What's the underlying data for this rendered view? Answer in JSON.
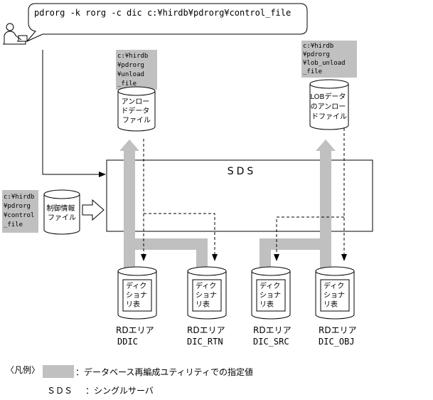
{
  "command": "pdrorg -k rorg -c dic c:¥hirdb¥pdrorg¥control_file",
  "sds_label": "SDS",
  "control_file": {
    "path_lines": [
      "c:¥hirdb",
      "¥pdrorg",
      "¥control",
      "_file"
    ],
    "label_lines": [
      "制御情報",
      "ファイル"
    ]
  },
  "unload_file": {
    "path_lines": [
      "c:¥hirdb",
      "¥pdrorg",
      "¥unload",
      "_file"
    ],
    "label_lines": [
      "アンロー",
      "ドデータ",
      "ファイル"
    ]
  },
  "lob_unload_file": {
    "path_lines": [
      "c:¥hirdb",
      "¥pdrorg",
      "¥lob_unload",
      "_file"
    ],
    "label_lines": [
      "LOBデータ",
      "のアンロー",
      "ドファイル"
    ]
  },
  "rd_areas": [
    {
      "table_lines": [
        "ディク",
        "ショナ",
        "リ表"
      ],
      "area_label": "RDエリア",
      "area_name": "DDIC"
    },
    {
      "table_lines": [
        "ディク",
        "ショナ",
        "リ表"
      ],
      "area_label": "RDエリア",
      "area_name": "DIC_RTN"
    },
    {
      "table_lines": [
        "ディク",
        "ショナ",
        "リ表"
      ],
      "area_label": "RDエリア",
      "area_name": "DIC_SRC"
    },
    {
      "table_lines": [
        "ディク",
        "ショナ",
        "リ表"
      ],
      "area_label": "RDエリア",
      "area_name": "DIC_OBJ"
    }
  ],
  "legend": {
    "title": "〈凡例〉",
    "gray_desc": "：データベース再編成ユティリティでの指定値",
    "sds_abbr": "ＳＤＳ",
    "sds_desc": "：シングルサーバ"
  },
  "colors": {
    "gray": "#c0c0c0",
    "line": "#000000"
  }
}
